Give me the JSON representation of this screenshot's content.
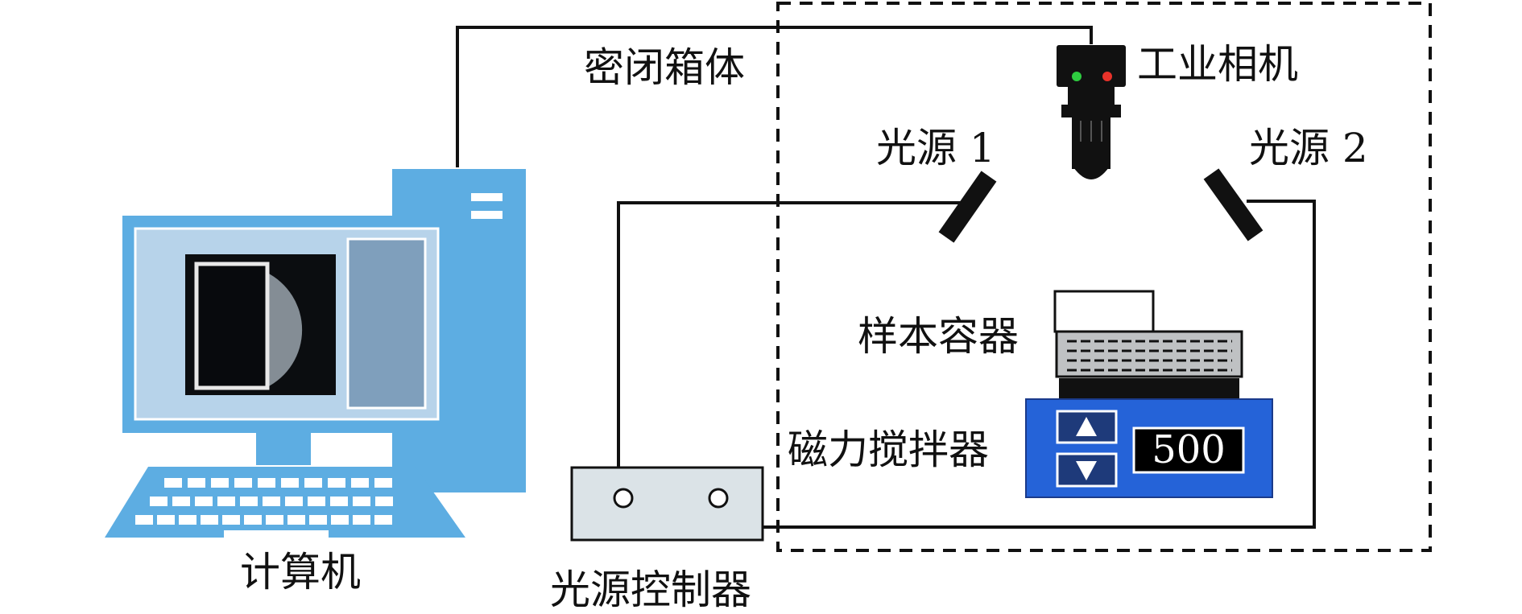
{
  "labels": {
    "enclosure": "密闭箱体",
    "camera": "工业相机",
    "light1": "光源 1",
    "light2": "光源 2",
    "container": "样本容器",
    "stirrer": "磁力搅拌器",
    "computer": "计算机",
    "controller": "光源控制器"
  },
  "stirrer": {
    "display_value": "500"
  },
  "colors": {
    "computer_blue": "#5dade2",
    "screen_light": "#b7d3ea",
    "sidebar": "#7f9fbc",
    "stirrer_blue": "#2563d8",
    "stirrer_dark": "#1e3a7a",
    "wire": "#111111",
    "camera_led_green": "#2ecc40",
    "camera_led_red": "#e8322a"
  },
  "icons": [
    "computer-icon",
    "camera-icon",
    "light-source-icon",
    "stirrer-icon",
    "container-icon",
    "controller-icon"
  ]
}
